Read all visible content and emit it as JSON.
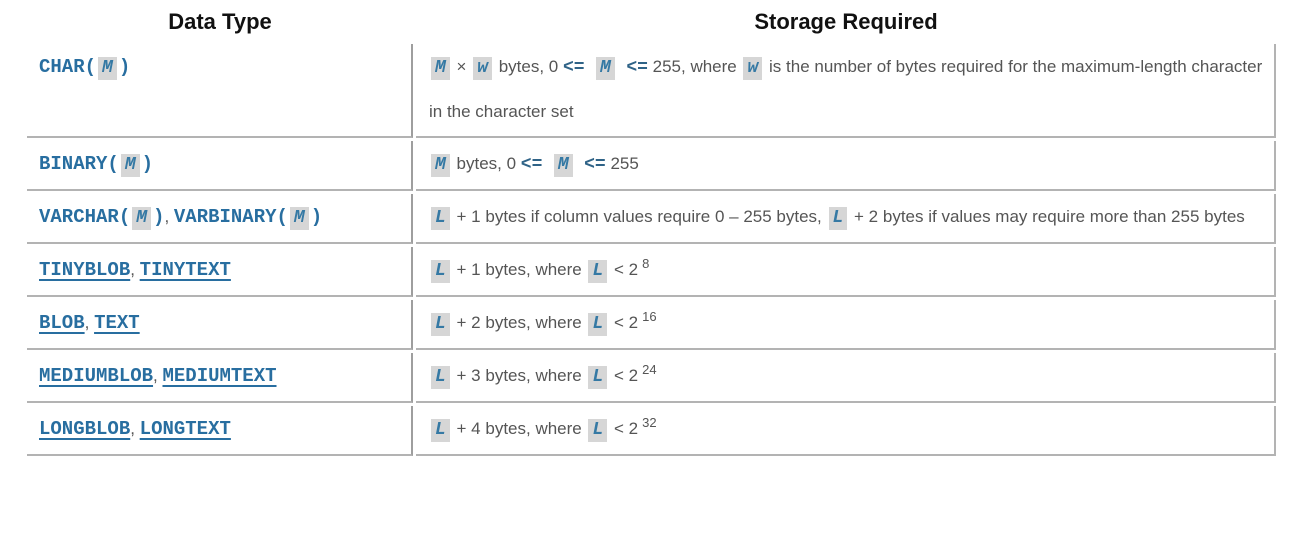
{
  "table": {
    "header": {
      "col_type": "Data Type",
      "col_storage": "Storage Required"
    },
    "rows": [
      {
        "type": [
          {
            "t": "code",
            "v": "CHAR("
          },
          {
            "t": "var",
            "v": "M"
          },
          {
            "t": "code",
            "v": ")"
          }
        ],
        "storage": [
          {
            "t": "var",
            "v": "M"
          },
          {
            "t": "text",
            "v": " × "
          },
          {
            "t": "var",
            "v": "w"
          },
          {
            "t": "text",
            "v": " bytes, 0 "
          },
          {
            "t": "op",
            "v": "<="
          },
          {
            "t": "text",
            "v": "  "
          },
          {
            "t": "var",
            "v": "M"
          },
          {
            "t": "text",
            "v": "  "
          },
          {
            "t": "op",
            "v": "<="
          },
          {
            "t": "text",
            "v": " 255, where "
          },
          {
            "t": "var",
            "v": "w"
          },
          {
            "t": "text",
            "v": " is the number of bytes required for the maximum-length character in the character set"
          }
        ]
      },
      {
        "type": [
          {
            "t": "code",
            "v": "BINARY("
          },
          {
            "t": "var",
            "v": "M"
          },
          {
            "t": "code",
            "v": ")"
          }
        ],
        "storage": [
          {
            "t": "var",
            "v": "M"
          },
          {
            "t": "text",
            "v": " bytes, 0 "
          },
          {
            "t": "op",
            "v": "<="
          },
          {
            "t": "text",
            "v": "  "
          },
          {
            "t": "var",
            "v": "M"
          },
          {
            "t": "text",
            "v": "  "
          },
          {
            "t": "op",
            "v": "<="
          },
          {
            "t": "text",
            "v": " 255"
          }
        ]
      },
      {
        "type": [
          {
            "t": "code",
            "v": "VARCHAR("
          },
          {
            "t": "var",
            "v": "M"
          },
          {
            "t": "code",
            "v": ")"
          },
          {
            "t": "text",
            "v": ", "
          },
          {
            "t": "code",
            "v": "VARBINARY("
          },
          {
            "t": "var",
            "v": "M"
          },
          {
            "t": "code",
            "v": ")"
          }
        ],
        "storage": [
          {
            "t": "var",
            "v": "L"
          },
          {
            "t": "text",
            "v": " + 1 bytes if column values require 0 – 255 bytes, "
          },
          {
            "t": "var",
            "v": "L"
          },
          {
            "t": "text",
            "v": " + 2 bytes if values may require more than 255 bytes"
          }
        ]
      },
      {
        "type": [
          {
            "t": "link",
            "v": "TINYBLOB"
          },
          {
            "t": "text",
            "v": ", "
          },
          {
            "t": "link",
            "v": "TINYTEXT"
          }
        ],
        "storage": [
          {
            "t": "var",
            "v": "L"
          },
          {
            "t": "text",
            "v": " + 1 bytes, where "
          },
          {
            "t": "var",
            "v": "L"
          },
          {
            "t": "text",
            "v": " < 2"
          },
          {
            "t": "sup",
            "v": "8"
          }
        ]
      },
      {
        "type": [
          {
            "t": "link",
            "v": "BLOB"
          },
          {
            "t": "text",
            "v": ", "
          },
          {
            "t": "link",
            "v": "TEXT"
          }
        ],
        "storage": [
          {
            "t": "var",
            "v": "L"
          },
          {
            "t": "text",
            "v": " + 2 bytes, where "
          },
          {
            "t": "var",
            "v": "L"
          },
          {
            "t": "text",
            "v": " < 2"
          },
          {
            "t": "sup",
            "v": "16"
          }
        ]
      },
      {
        "type": [
          {
            "t": "link",
            "v": "MEDIUMBLOB"
          },
          {
            "t": "text",
            "v": ", "
          },
          {
            "t": "link",
            "v": "MEDIUMTEXT"
          }
        ],
        "storage": [
          {
            "t": "var",
            "v": "L"
          },
          {
            "t": "text",
            "v": " + 3 bytes, where "
          },
          {
            "t": "var",
            "v": "L"
          },
          {
            "t": "text",
            "v": " < 2"
          },
          {
            "t": "sup",
            "v": "24"
          }
        ]
      },
      {
        "type": [
          {
            "t": "link",
            "v": "LONGBLOB"
          },
          {
            "t": "text",
            "v": ", "
          },
          {
            "t": "link",
            "v": "LONGTEXT"
          }
        ],
        "storage": [
          {
            "t": "var",
            "v": "L"
          },
          {
            "t": "text",
            "v": " + 4 bytes, where "
          },
          {
            "t": "var",
            "v": "L"
          },
          {
            "t": "text",
            "v": " < 2"
          },
          {
            "t": "sup",
            "v": "32"
          }
        ]
      }
    ]
  },
  "colors": {
    "code_blue": "#286ea0",
    "link_blue": "#286ea0",
    "operator_blue": "#2f6387",
    "variable_blue": "#3579a4",
    "variable_highlight_bg": "#d6d6d6",
    "body_text": "#555555",
    "header_text": "#111111",
    "divider_vertical": "#9e9e9e",
    "divider_horizontal": "#b3b3b3",
    "background": "#ffffff"
  }
}
